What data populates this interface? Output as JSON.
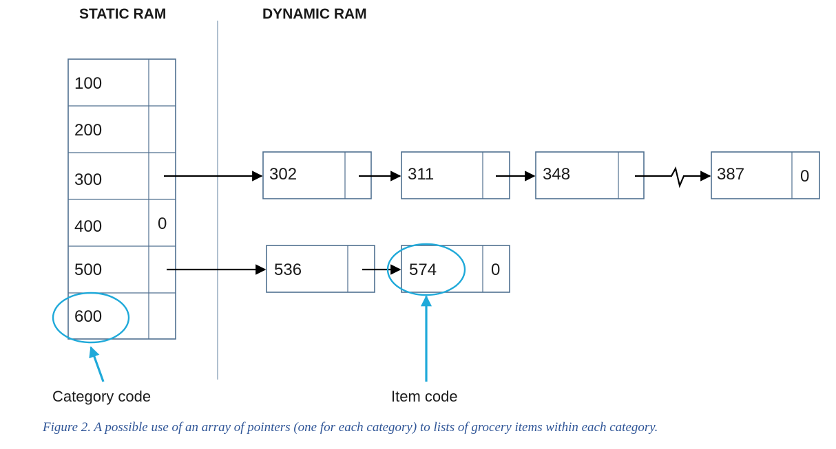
{
  "headings": {
    "static": "STATIC RAM",
    "dynamic": "DYNAMIC RAM"
  },
  "static_array": [
    {
      "code": "100",
      "pointer": ""
    },
    {
      "code": "200",
      "pointer": ""
    },
    {
      "code": "300",
      "pointer": ""
    },
    {
      "code": "400",
      "pointer": "0"
    },
    {
      "code": "500",
      "pointer": ""
    },
    {
      "code": "600",
      "pointer": ""
    }
  ],
  "list_300": [
    {
      "code": "302",
      "pointer": ""
    },
    {
      "code": "311",
      "pointer": ""
    },
    {
      "code": "348",
      "pointer": ""
    },
    {
      "code": "387",
      "pointer": "0"
    }
  ],
  "list_500": [
    {
      "code": "536",
      "pointer": ""
    },
    {
      "code": "574",
      "pointer": "0"
    }
  ],
  "annotations": {
    "category": "Category code",
    "item": "Item code"
  },
  "caption": "Figure 2. A possible use of an array of pointers (one for each category) to lists of grocery items within each category.",
  "colors": {
    "highlight": "#1fa9d9",
    "caption": "#2f5597",
    "box_border": "#4f6f8f"
  }
}
